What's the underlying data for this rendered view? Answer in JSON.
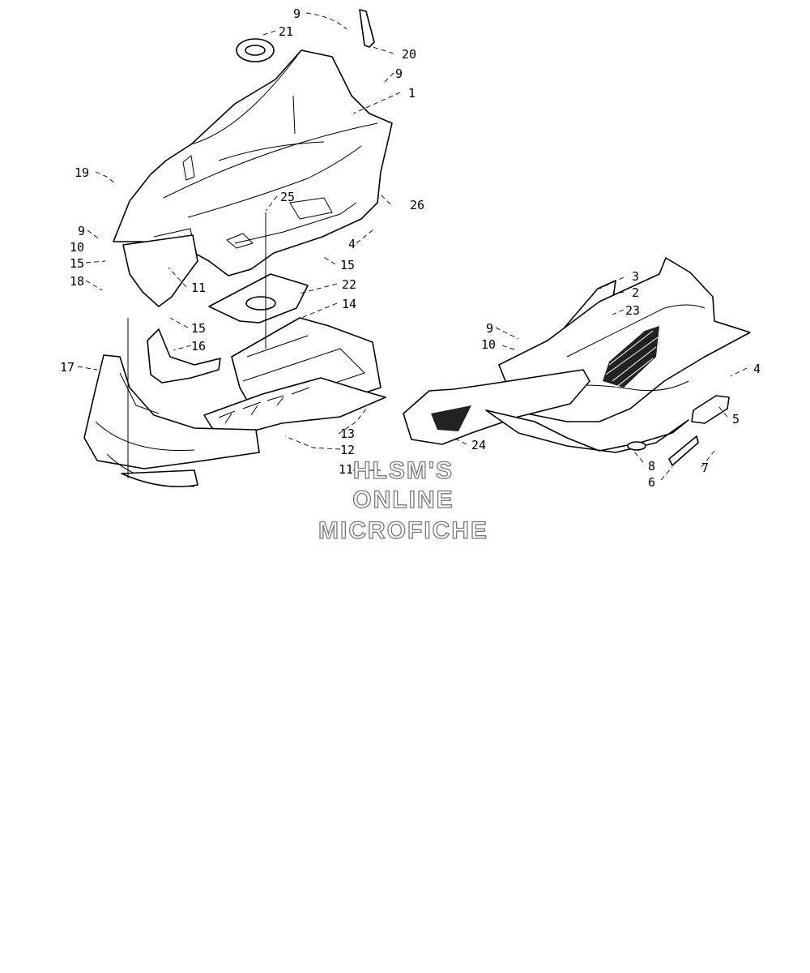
{
  "watermark": {
    "lines": [
      "HLSM'S",
      "ONLINE",
      "MICROFICHE"
    ]
  },
  "callouts": [
    "1",
    "2",
    "3",
    "4",
    "4",
    "5",
    "6",
    "7",
    "8",
    "9",
    "9",
    "9",
    "9",
    "10",
    "10",
    "11",
    "11",
    "12",
    "13",
    "14",
    "15",
    "15",
    "15",
    "16",
    "17",
    "18",
    "19",
    "20",
    "21",
    "22",
    "23",
    "24",
    "25",
    "26"
  ],
  "colors": {
    "line": "#000000",
    "background": "#ffffff",
    "watermark_outline": "#777777"
  }
}
